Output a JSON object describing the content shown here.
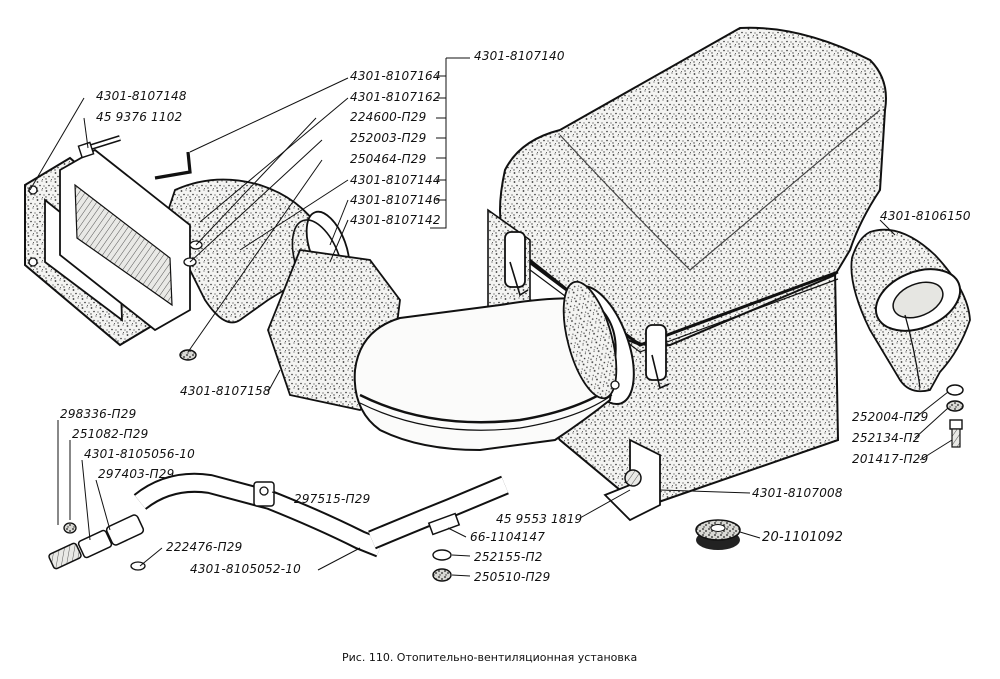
{
  "figure": {
    "caption": "Рис. 110. Отопительно-вентиляционная установка"
  },
  "labels": {
    "l_8107140": "4301-8107140",
    "l_8107164": "4301-8107164",
    "l_8107162": "4301-8107162",
    "l_224600": "224600-П29",
    "l_252003": "252003-П29",
    "l_250464": "250464-П29",
    "l_8107144": "4301-8107144",
    "l_8107146": "4301-8107146",
    "l_8107142": "4301-8107142",
    "l_8107148": "4301-8107148",
    "l_459376": "45 9376 1102",
    "l_8107158": "4301-8107158",
    "l_8106150": "4301-8106150",
    "l_252004": "252004-П29",
    "l_252134": "252134-П2",
    "l_201417": "201417-П29",
    "l_8107008": "4301-8107008",
    "l_459553": "45 9553 1819",
    "l_1101092": "20-1101092",
    "l_298336": "298336-П29",
    "l_251082": "251082-П29",
    "l_8105056": "4301-8105056-10",
    "l_297403": "297403-П29",
    "l_297515": "297515-П29",
    "l_1104147": "66-1104147",
    "l_252155": "252155-П2",
    "l_250510": "250510-П29",
    "l_222476": "222476-П29",
    "l_8105052": "4301-8105052-10"
  }
}
